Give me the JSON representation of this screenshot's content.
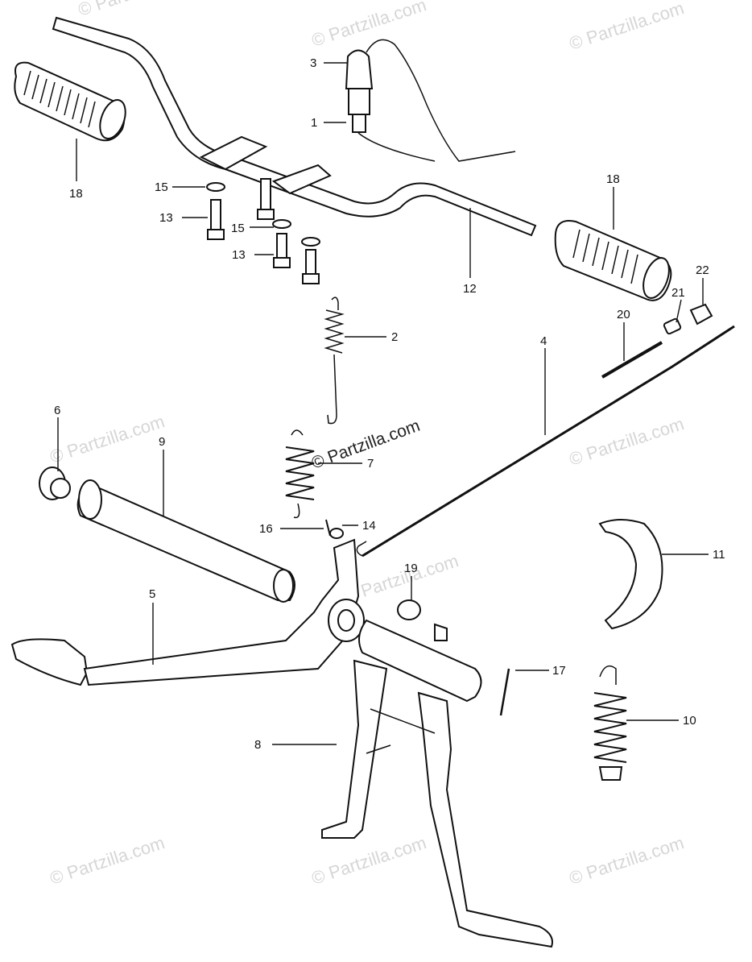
{
  "watermarks": [
    "© Partzilla.com",
    "© Partzilla.com",
    "© Partzilla.com",
    "© Partzilla.com",
    "© Partzilla.com",
    "© Partzilla.com",
    "© Partzilla.com",
    "© Partzilla.com",
    "© Partzilla.com",
    "© Partzilla.com"
  ],
  "callouts": {
    "c1": "1",
    "c2": "2",
    "c3": "3",
    "c4": "4",
    "c5": "5",
    "c6": "6",
    "c7": "7",
    "c8": "8",
    "c9": "9",
    "c10": "10",
    "c11": "11",
    "c12": "12",
    "c13a": "13",
    "c13b": "13",
    "c14": "14",
    "c15a": "15",
    "c15b": "15",
    "c16": "16",
    "c17": "17",
    "c18a": "18",
    "c18b": "18",
    "c19": "19",
    "c20": "20",
    "c21": "21",
    "c22": "22"
  }
}
